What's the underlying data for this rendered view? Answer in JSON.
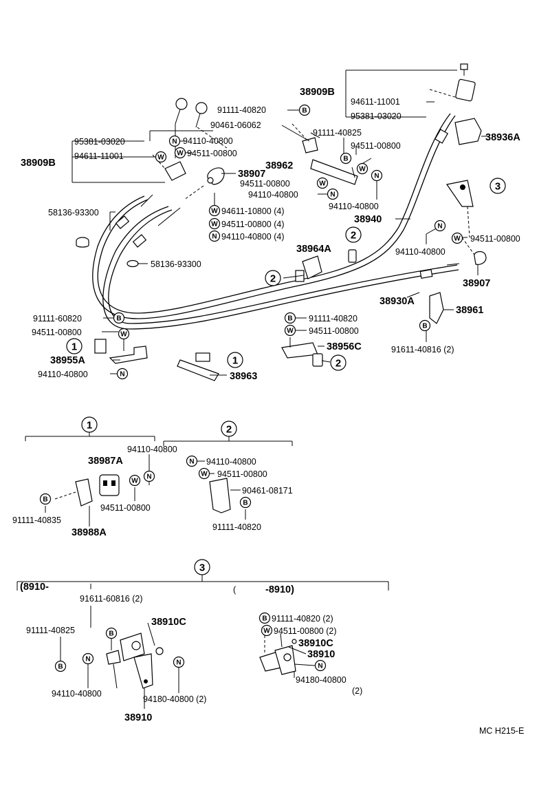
{
  "labels": {
    "p38909B_r": "38909B",
    "p94611_11001_r": "94611-11001",
    "p95381_03020_r": "95381-03020",
    "p38936A": "38936A",
    "p91111_40820_t": "91111-40820",
    "p90461_06062": "90461-06062",
    "p91111_40825_t": "91111-40825",
    "p94511_00800_t": "94511-00800",
    "p38962": "38962",
    "p95381_03020_l": "95381-03020",
    "p94611_11001_l": "94611-11001",
    "p38909B_l": "38909B",
    "p94110_40800_a": "94110-40800",
    "p94511_00800_a": "94511-00800",
    "p38907_a": "38907",
    "p94511_00800_b": "94511-00800",
    "p94110_40800_b": "94110-40800",
    "p94110_40800_c": "94110-40800",
    "p58136_93300_a": "58136-93300",
    "p94611_10800": "94611-10800 (4)",
    "p94511_00800_4": "94511-00800 (4)",
    "p94110_40800_4": "94110-40800 (4)",
    "p58136_93300_b": "58136-93300",
    "p38940": "38940",
    "p94110_40800_d": "94110-40800",
    "p94511_00800_d": "94511-00800",
    "p38964A": "38964A",
    "p38907_b": "38907",
    "p38930A": "38930A",
    "p38961": "38961",
    "p91111_60820": "91111-60820",
    "p94511_00800_e": "94511-00800",
    "p38955A": "38955A",
    "p94110_40800_e": "94110-40800",
    "p38963": "38963",
    "p91111_40820_m": "91111-40820",
    "p94511_00800_m": "94511-00800",
    "p38956C": "38956C",
    "p91611_40816": "91611-40816 (2)",
    "s1_94110_40800": "94110-40800",
    "s1_38987A": "38987A",
    "s1_94511_00800": "94511-00800",
    "s1_91111_40835": "91111-40835",
    "s1_38988A": "38988A",
    "s2_94110_40800": "94110-40800",
    "s2_94511_00800": "94511-00800",
    "s2_90461_08171": "90461-08171",
    "s2_91111_40820": "91111-40820",
    "s3_range_left": "(8910-",
    "s3_range_right": "-8910)",
    "s3_range_right_paren": "(",
    "s3_91611_60816": "91611-60816 (2)",
    "s3_91111_40825": "91111-40825",
    "s3_38910C_a": "38910C",
    "s3_94110_40800": "94110-40800",
    "s3_94180_40800_a": "94180-40800 (2)",
    "s3_38910_a": "38910",
    "s3_91111_40820_2": "91111-40820 (2)",
    "s3_94511_00800_2": "94511-00800 (2)",
    "s3_38910C_b": "38910C",
    "s3_38910_b": "38910",
    "s3_94180_40800_b": "94180-40800",
    "s3_94180_40800_b_qty": "(2)",
    "footer_code": "MC H215-E"
  },
  "markers": {
    "bolt": "B",
    "washer": "W",
    "nut": "N"
  },
  "callouts": {
    "one": "1",
    "two": "2",
    "three": "3"
  }
}
